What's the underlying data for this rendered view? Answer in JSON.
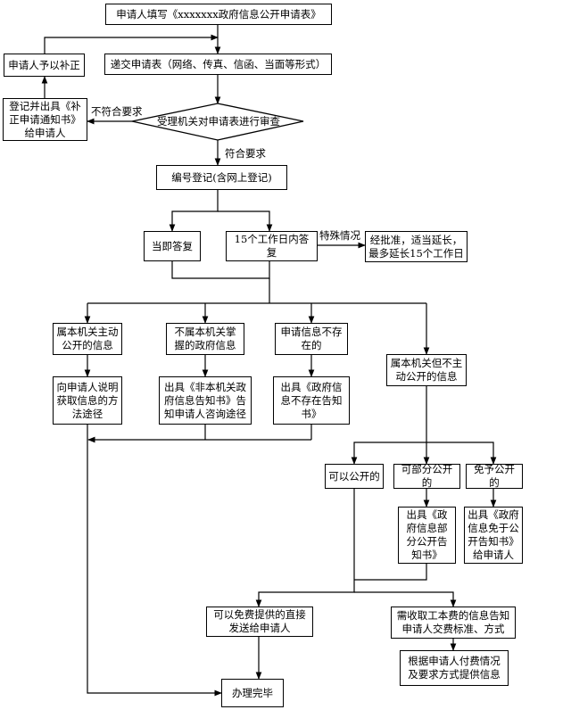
{
  "flowchart": {
    "title_box": "申请人填写《xxxxxxx政府信息公开申请表》",
    "submit": "递交申请表（网络、传真、信函、当面等形式）",
    "supplement": "申请人予以补正",
    "notice_correction": "登记并出具《补正申请通知书》给申请人",
    "review": "受理机关对申请表进行审查",
    "label_not_meet": "不符合要求",
    "label_meet": "符合要求",
    "register": "编号登记(含网上登记)",
    "immediate": "当即答复",
    "within15": "15个工作日内答复",
    "label_special": "特殊情况",
    "extend": "经批准，适当延长，最多延长15个工作日",
    "cat_public": "属本机关主动公开的信息",
    "cat_not_agency": "不属本机关掌握的政府信息",
    "cat_not_exist": "申请信息不存在的",
    "cat_not_active": "属本机关但不主动公开的信息",
    "res_public": "向申请人说明获取信息的方法途径",
    "res_not_agency": "出具《非本机关政府信息告知书》告知申请人咨询途径",
    "res_not_exist": "出具《政府信息不存在告知书》",
    "can_open": "可以公开的",
    "partial_open": "可部分公开的",
    "exempt_open": "免予公开的",
    "partial_notice": "出具《政府信息部分公开告知书》",
    "exempt_notice": "出具《政府信息免于公开告知书》给申请人",
    "free_direct": "可以免费提供的直接发送给申请人",
    "charge_notice": "需收取工本费的信息告知申请人交费标准、方式",
    "provide_after_pay": "根据申请人付费情况及要求方式提供信息",
    "done": "办理完毕"
  }
}
